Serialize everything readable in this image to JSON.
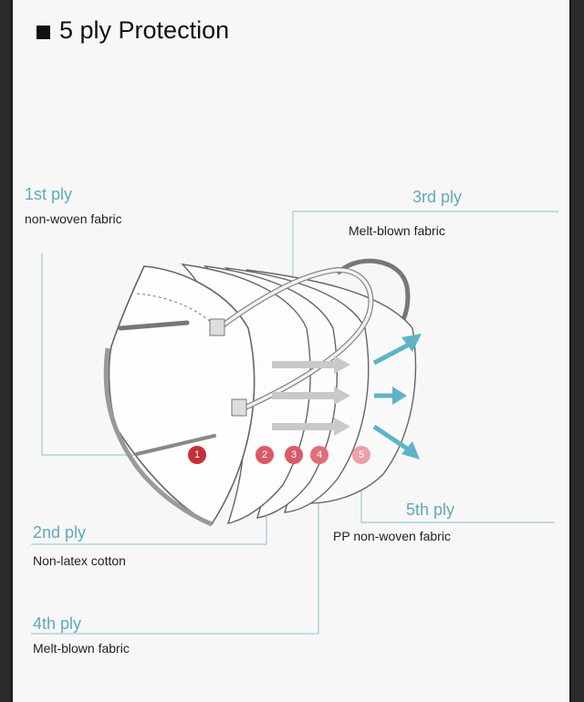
{
  "title": "5 ply Protection",
  "plies": [
    {
      "name": "1st ply",
      "description": "non-woven fabric",
      "number": "1",
      "color": "#c62e3a"
    },
    {
      "name": "2nd ply",
      "description": "Non-latex cotton",
      "number": "2",
      "color": "#d95a66"
    },
    {
      "name": "3rd ply",
      "description": "Melt-blown fabric",
      "number": "3",
      "color": "#d95a66"
    },
    {
      "name": "4th ply",
      "description": "Melt-blown fabric",
      "number": "4",
      "color": "#df6f79"
    },
    {
      "name": "5th ply",
      "description": "PP non-woven fabric",
      "number": "5",
      "color": "#eba1a8"
    }
  ],
  "colors": {
    "accent": "#5fa9b9",
    "leader_line": "#9ccbd6",
    "arrow": "#5fb3c7"
  }
}
